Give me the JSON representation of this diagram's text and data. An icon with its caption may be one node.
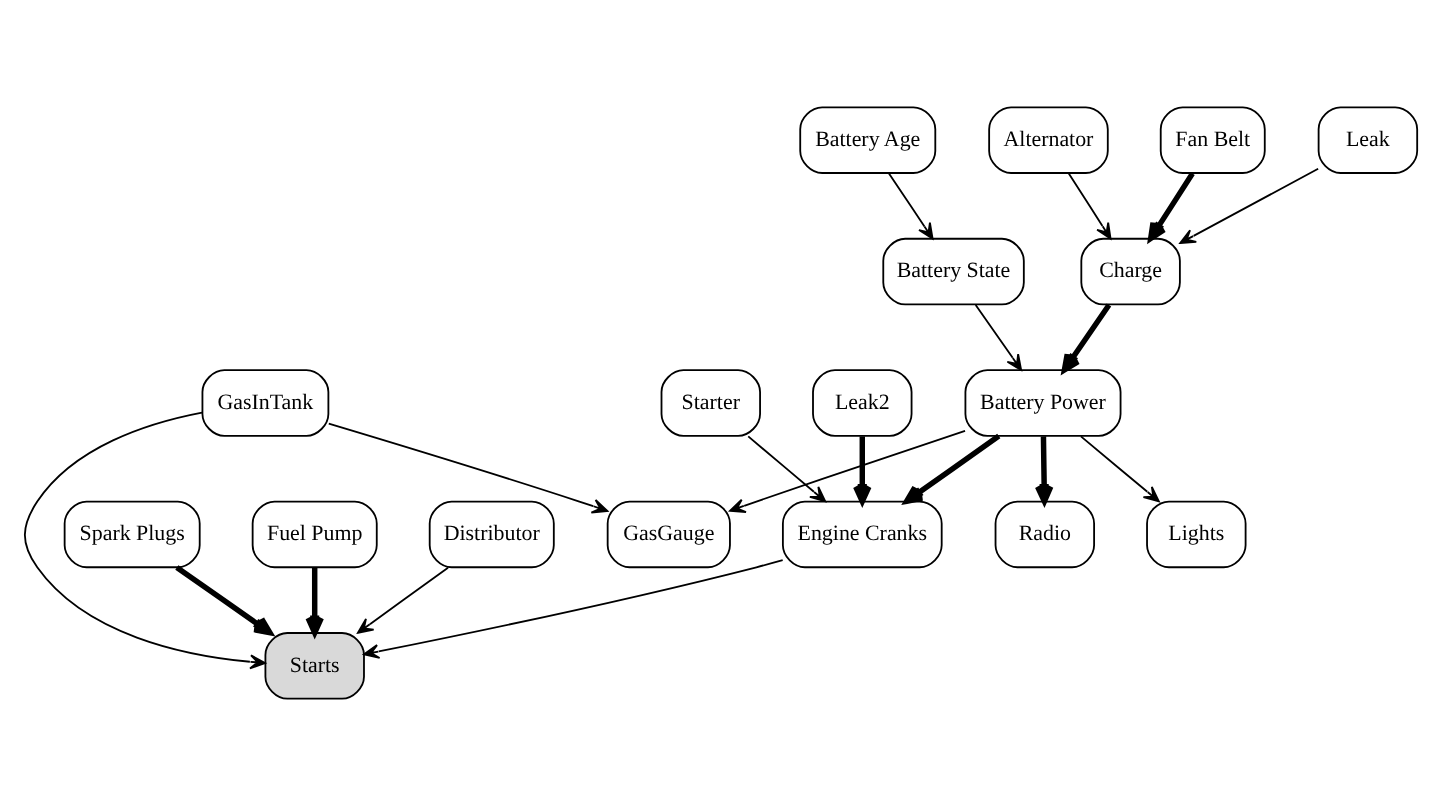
{
  "diagram": {
    "nodes": [
      {
        "text": [
          "Battery Age"
        ]
      },
      {
        "text": [
          "Alternator"
        ]
      },
      {
        "text": [
          "Fan Belt"
        ]
      },
      {
        "text": [
          "Battery State"
        ]
      },
      {
        "text": [
          "Charge"
        ]
      },
      {
        "text": [
          "Leak"
        ]
      },
      {
        "text": [
          "Battery Power"
        ]
      },
      {
        "text": [
          "GasGauge"
        ]
      },
      {
        "text": [
          "GasInTank"
        ]
      },
      {
        "text": [
          "Fuel Pump"
        ]
      },
      {
        "text": [
          "Distributor"
        ]
      },
      {
        "text": [
          "Radio"
        ]
      },
      {
        "text": [
          "Lights"
        ]
      },
      {
        "text": [
          "Engine Cranks"
        ]
      },
      {
        "text": [
          "Starts"
        ]
      },
      {
        "text": [
          "Leak2"
        ]
      },
      {
        "text": [
          "Starter"
        ]
      },
      {
        "text": [
          "Spark Plugs"
        ]
      }
    ],
    "edges": [
      {
        "from": 0,
        "to": 3,
        "arrow": "to"
      },
      {
        "from": 1,
        "to": 4,
        "arrow": "to"
      },
      {
        "from": 2,
        "to": 4,
        "arrow": "to",
        "style": "thick"
      },
      {
        "from": 5,
        "to": 4,
        "arrow": "to"
      },
      {
        "from": 3,
        "to": 6,
        "arrow": "to"
      },
      {
        "from": 4,
        "to": 6,
        "arrow": "to",
        "style": "thick"
      },
      {
        "from": 6,
        "to": 7,
        "arrow": "to"
      },
      {
        "from": 8,
        "to": 7,
        "arrow": "to"
      },
      {
        "from": 8,
        "to": 14,
        "arrow": "to"
      },
      {
        "from": 9,
        "to": 14,
        "arrow": "to",
        "style": "thick"
      },
      {
        "from": 10,
        "to": 14,
        "arrow": "to"
      },
      {
        "from": 6,
        "to": 11,
        "arrow": "to",
        "style": "thick"
      },
      {
        "from": 6,
        "to": 12,
        "arrow": "to"
      },
      {
        "from": 6,
        "to": 13,
        "arrow": "to",
        "style": "thick"
      },
      {
        "from": 13,
        "to": 14,
        "arrow": "to"
      },
      {
        "from": 15,
        "to": 13,
        "arrow": "to",
        "style": "thick"
      },
      {
        "from": 16,
        "to": 13,
        "arrow": "to"
      },
      {
        "from": 17,
        "to": 14,
        "arrow": "to",
        "style": "thick"
      }
    ]
  }
}
